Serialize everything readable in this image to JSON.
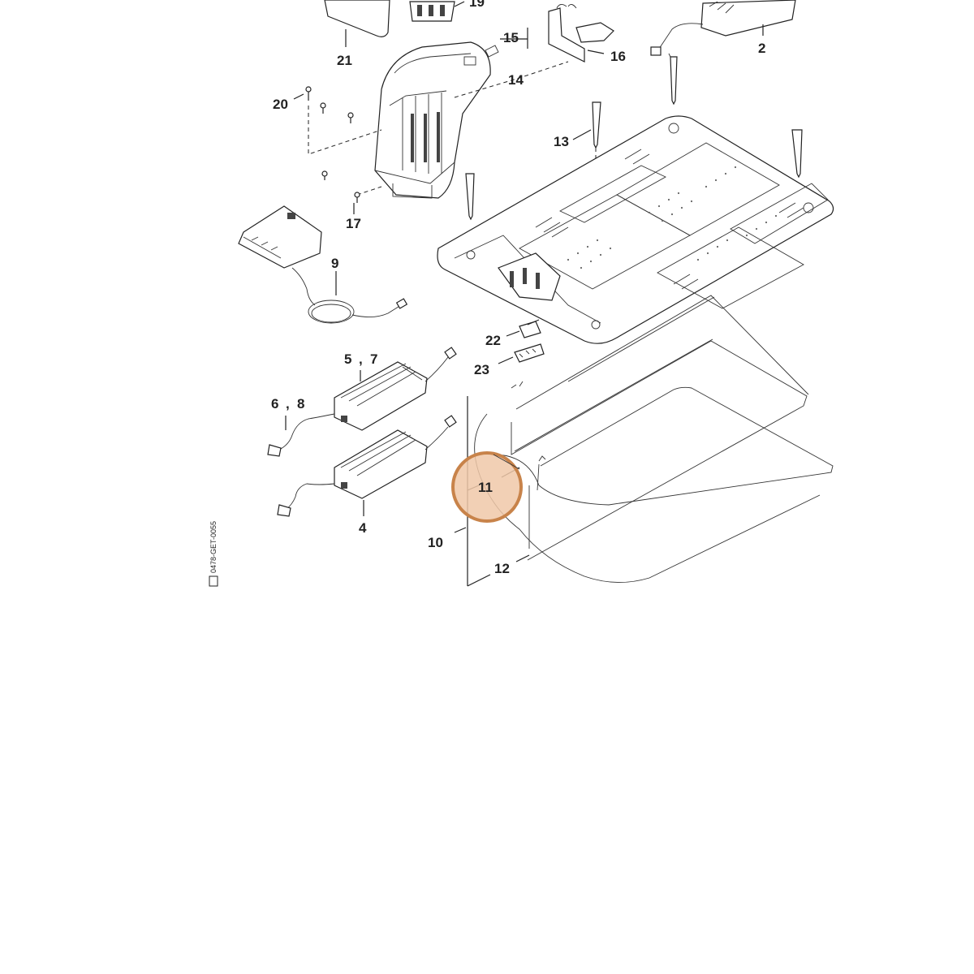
{
  "diagram": {
    "parts": [
      {
        "id": "p21",
        "label": "21"
      },
      {
        "id": "p19",
        "label": "19"
      },
      {
        "id": "p15",
        "label": "15"
      },
      {
        "id": "p14",
        "label": "14"
      },
      {
        "id": "p16",
        "label": "16"
      },
      {
        "id": "p2",
        "label": "2"
      },
      {
        "id": "p20",
        "label": "20"
      },
      {
        "id": "p13",
        "label": "13"
      },
      {
        "id": "p17",
        "label": "17"
      },
      {
        "id": "p9",
        "label": "9"
      },
      {
        "id": "p22",
        "label": "22"
      },
      {
        "id": "p23",
        "label": "23"
      },
      {
        "id": "p5",
        "label": "5"
      },
      {
        "id": "p7",
        "label": "7"
      },
      {
        "id": "p6",
        "label": "6"
      },
      {
        "id": "p8",
        "label": "8"
      },
      {
        "id": "p11",
        "label": "11"
      },
      {
        "id": "p4",
        "label": "4"
      },
      {
        "id": "p10",
        "label": "10"
      },
      {
        "id": "p12",
        "label": "12"
      }
    ],
    "separator": ",",
    "highlighted_part": "11",
    "drawing_code": "0478-GET-0055",
    "highlight_color": "#c8834a",
    "highlight_fill": "#f0c8a8"
  }
}
